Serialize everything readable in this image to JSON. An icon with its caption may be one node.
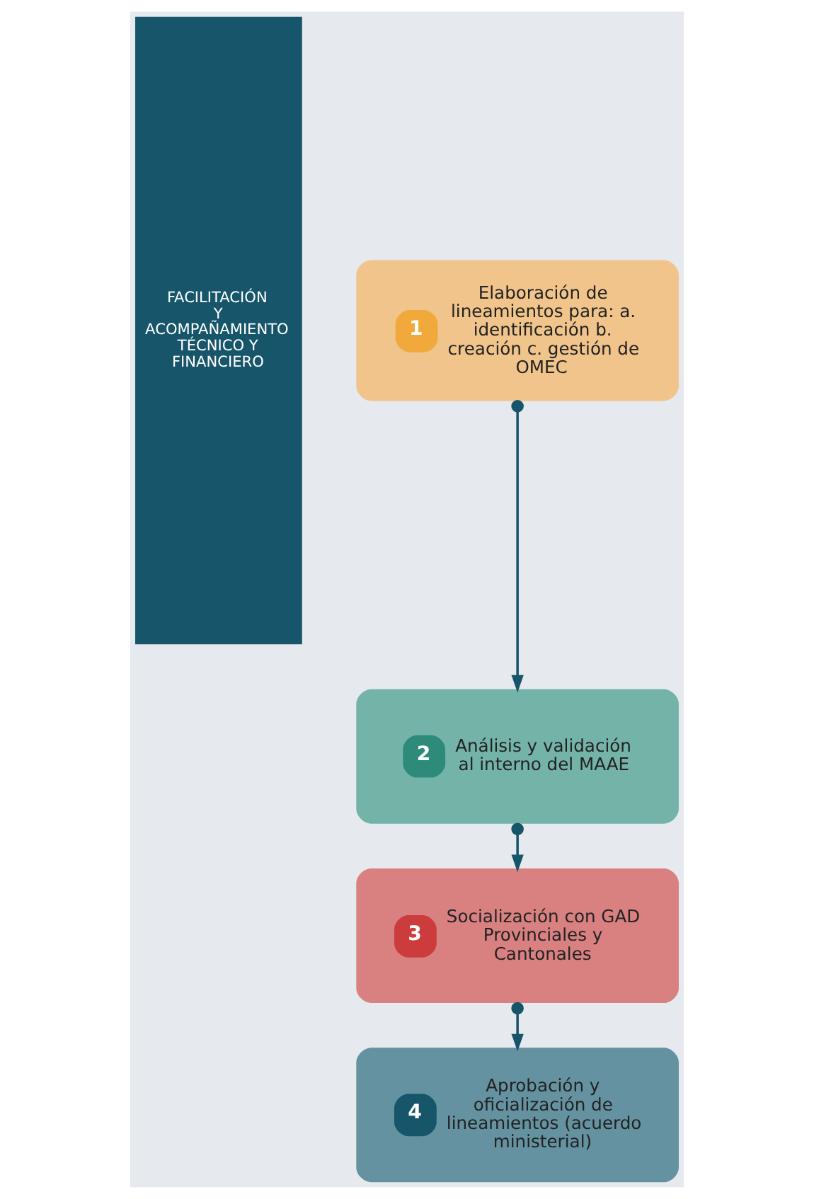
{
  "diagram": {
    "nodes": [
      {
        "text": [
          "FACILITACIÓN Y ACOMPAÑAMIENTO TÉCNICO Y FINANCIERO"
        ]
      },
      {
        "text": [
          "1",
          "Elaboración de lineamientos para: a. identificación b. creación c. gestión de OMEC"
        ]
      },
      {
        "text": [
          "2",
          "Análisis y validación al interno del MAAE"
        ]
      },
      {
        "text": [
          "3",
          "Socialización con GAD Provinciales y Cantonales"
        ]
      },
      {
        "text": [
          "4",
          "Aprobación y oficialización de lineamientos (acuerdo ministerial)"
        ]
      }
    ],
    "edges": [
      {
        "from": 1,
        "to": 2,
        "arrow": "to"
      },
      {
        "from": 2,
        "to": 3,
        "arrow": "to"
      },
      {
        "from": 3,
        "to": 4,
        "arrow": "to"
      }
    ]
  }
}
